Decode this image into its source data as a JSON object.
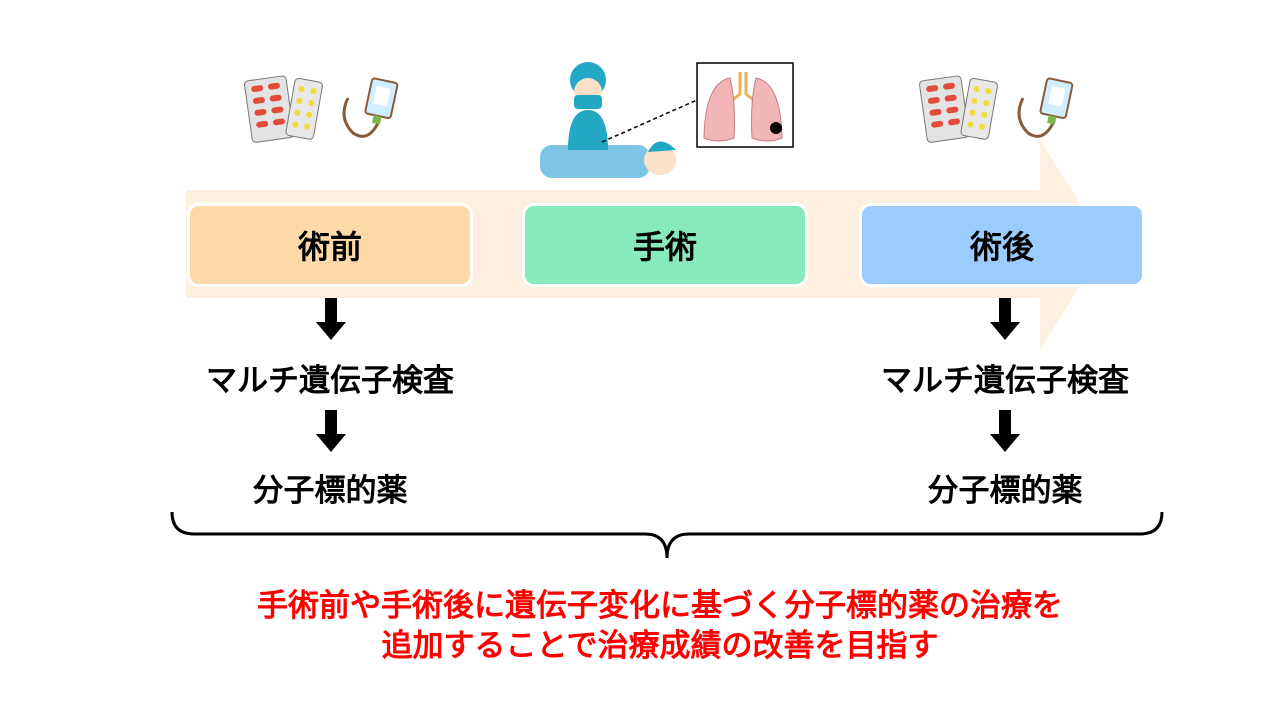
{
  "stages": [
    {
      "label": "術前",
      "color": "#fdd9a8"
    },
    {
      "label": "手術",
      "color": "#86eabd"
    },
    {
      "label": "術後",
      "color": "#9ccbfd"
    }
  ],
  "pre": {
    "test": "マルチ遺伝子検査",
    "drug": "分子標的薬"
  },
  "post": {
    "test": "マルチ遺伝子検査",
    "drug": "分子標的薬"
  },
  "conclusion": {
    "line1": "手術前や手術後に遺伝子変化に基づく分子標的薬の治療を",
    "line2": "追加することで治療成績の改善を目指す"
  },
  "colors": {
    "band": "#fdf0e1",
    "conclusion": "#ff0000"
  }
}
